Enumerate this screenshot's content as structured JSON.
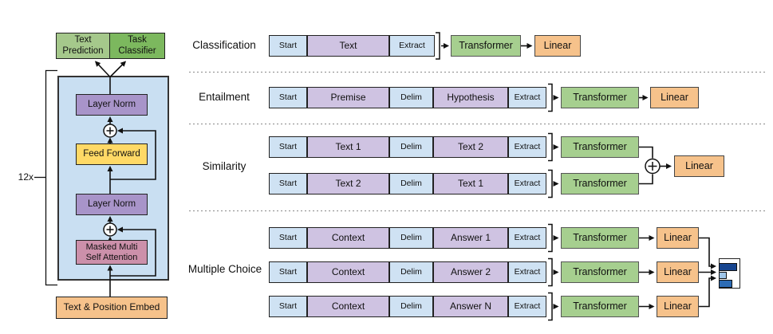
{
  "figure": {
    "architecture": {
      "repeat_label": "12x",
      "output_heads": [
        {
          "label": "Text Prediction"
        },
        {
          "label": "Task Classifier"
        }
      ],
      "layers": {
        "layer_norm_top": "Layer Norm",
        "feed_forward": "Feed Forward",
        "layer_norm_bottom": "Layer Norm",
        "masked_attention": "Masked Multi Self Attention",
        "embedding": "Text & Position Embed"
      }
    },
    "tasks": [
      {
        "label": "Classification",
        "rows": [
          {
            "tokens": [
              "Start",
              "Text",
              "Extract"
            ],
            "transformer": "Transformer",
            "linear": "Linear"
          }
        ]
      },
      {
        "label": "Entailment",
        "rows": [
          {
            "tokens": [
              "Start",
              "Premise",
              "Delim",
              "Hypothesis",
              "Extract"
            ],
            "transformer": "Transformer",
            "linear": "Linear"
          }
        ]
      },
      {
        "label": "Similarity",
        "rows": [
          {
            "tokens": [
              "Start",
              "Text 1",
              "Delim",
              "Text 2",
              "Extract"
            ],
            "transformer": "Transformer"
          },
          {
            "tokens": [
              "Start",
              "Text 2",
              "Delim",
              "Text 1",
              "Extract"
            ],
            "transformer": "Transformer"
          }
        ],
        "aggregate": {
          "operator": "+",
          "linear": "Linear"
        }
      },
      {
        "label": "Multiple Choice",
        "rows": [
          {
            "tokens": [
              "Start",
              "Context",
              "Delim",
              "Answer 1",
              "Extract"
            ],
            "transformer": "Transformer",
            "linear": "Linear"
          },
          {
            "tokens": [
              "Start",
              "Context",
              "Delim",
              "Answer 2",
              "Extract"
            ],
            "transformer": "Transformer",
            "linear": "Linear"
          },
          {
            "tokens": [
              "Start",
              "Context",
              "Delim",
              "Answer N",
              "Extract"
            ],
            "transformer": "Transformer",
            "linear": "Linear"
          }
        ],
        "output_distribution_bars": [
          21,
          8,
          15
        ]
      }
    ],
    "colors": {
      "token_blue": "#cfe2f3",
      "token_purple": "#cfc3e2",
      "decoder_block_blue": "#c9dff2",
      "layer_norm_purple": "#a894c9",
      "feed_forward_yellow": "#ffd966",
      "attention_pink": "#cc90aa",
      "embed_orange": "#f6c28b",
      "text_prediction_green": "#a5c88b",
      "task_classifier_green": "#7cb85e",
      "transformer_green": "#a6cf8f",
      "bar_dark_blue": "#17458f",
      "bar_light_blue": "#9fc5e8",
      "bar_mid_blue": "#2d6cb5"
    }
  }
}
